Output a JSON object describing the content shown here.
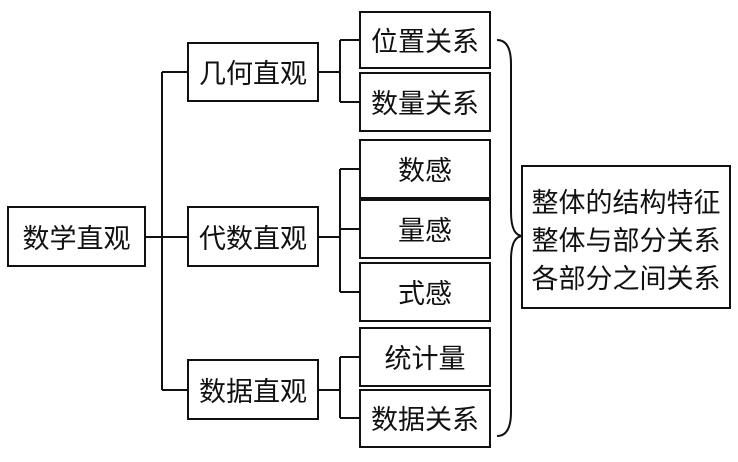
{
  "root": {
    "label": "数学直观"
  },
  "branches": [
    {
      "label": "几何直观",
      "children": [
        "位置关系",
        "数量关系"
      ]
    },
    {
      "label": "代数直观",
      "children": [
        "数感",
        "量感",
        "式感"
      ]
    },
    {
      "label": "数据直观",
      "children": [
        "统计量",
        "数据关系"
      ]
    }
  ],
  "summary": {
    "lines": [
      "整体的结构特征",
      "整体与部分关系",
      "各部分之间关系"
    ]
  }
}
